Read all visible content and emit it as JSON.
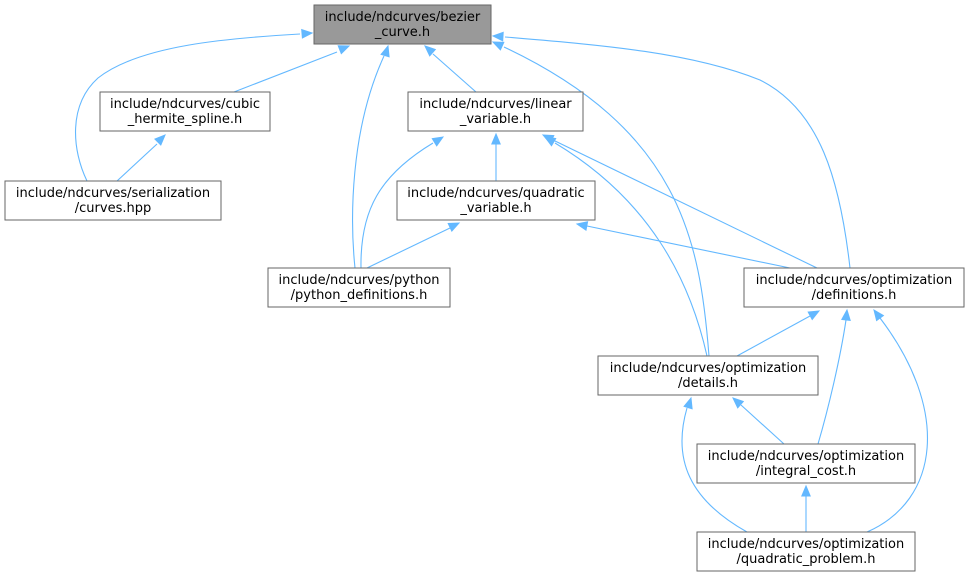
{
  "diagram": {
    "type": "include-dependency-graph",
    "colors": {
      "root_fill": "#999999",
      "node_fill": "#ffffff",
      "node_border": "#666666",
      "edge": "#63b8ff"
    },
    "nodes": [
      {
        "id": "bezier",
        "root": true,
        "lines": [
          "include/ndcurves/bezier",
          "_curve.h"
        ]
      },
      {
        "id": "cubic",
        "lines": [
          "include/ndcurves/cubic",
          "_hermite_spline.h"
        ]
      },
      {
        "id": "serialization",
        "lines": [
          "include/ndcurves/serialization",
          "/curves.hpp"
        ]
      },
      {
        "id": "linear",
        "lines": [
          "include/ndcurves/linear",
          "_variable.h"
        ]
      },
      {
        "id": "quadratic",
        "lines": [
          "include/ndcurves/quadratic",
          "_variable.h"
        ]
      },
      {
        "id": "python",
        "lines": [
          "include/ndcurves/python",
          "/python_definitions.h"
        ]
      },
      {
        "id": "opt_definitions",
        "lines": [
          "include/ndcurves/optimization",
          "/definitions.h"
        ]
      },
      {
        "id": "opt_details",
        "lines": [
          "include/ndcurves/optimization",
          "/details.h"
        ]
      },
      {
        "id": "opt_integral",
        "lines": [
          "include/ndcurves/optimization",
          "/integral_cost.h"
        ]
      },
      {
        "id": "opt_quadratic_problem",
        "lines": [
          "include/ndcurves/optimization",
          "/quadratic_problem.h"
        ]
      }
    ],
    "edges": [
      {
        "from": "cubic",
        "to": "bezier"
      },
      {
        "from": "serialization",
        "to": "bezier"
      },
      {
        "from": "linear",
        "to": "bezier"
      },
      {
        "from": "python",
        "to": "bezier"
      },
      {
        "from": "opt_details",
        "to": "bezier"
      },
      {
        "from": "opt_definitions",
        "to": "bezier"
      },
      {
        "from": "serialization",
        "to": "cubic"
      },
      {
        "from": "quadratic",
        "to": "linear"
      },
      {
        "from": "python",
        "to": "linear"
      },
      {
        "from": "opt_definitions",
        "to": "linear"
      },
      {
        "from": "opt_details",
        "to": "linear"
      },
      {
        "from": "python",
        "to": "quadratic"
      },
      {
        "from": "opt_definitions",
        "to": "quadratic"
      },
      {
        "from": "opt_details",
        "to": "opt_definitions"
      },
      {
        "from": "opt_integral",
        "to": "opt_definitions"
      },
      {
        "from": "opt_quadratic_problem",
        "to": "opt_definitions"
      },
      {
        "from": "opt_integral",
        "to": "opt_details"
      },
      {
        "from": "opt_quadratic_problem",
        "to": "opt_details"
      },
      {
        "from": "opt_quadratic_problem",
        "to": "opt_integral"
      }
    ]
  }
}
